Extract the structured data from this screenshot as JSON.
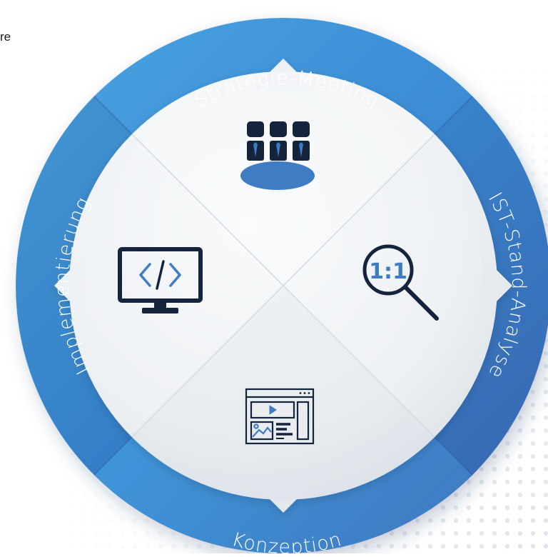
{
  "corner_text": "re",
  "cycle": {
    "stages": [
      {
        "id": "strategie",
        "label": "Strategie-Meeting",
        "icon": "meeting-icon"
      },
      {
        "id": "analyse",
        "label": "IST-Stand-Analyse",
        "icon": "magnifier-icon"
      },
      {
        "id": "konzeption",
        "label": "Konzeption",
        "icon": "wireframe-icon"
      },
      {
        "id": "implementierung",
        "label": "Implementierung",
        "icon": "code-monitor-icon"
      }
    ],
    "analyse_icon_text": "1:1"
  },
  "colors": {
    "ring_dark": "#3c67b5",
    "ring_light": "#4fb5e8",
    "icon_navy": "#14243d",
    "icon_blue": "#3f7cc4",
    "center": "#eef2f5"
  }
}
